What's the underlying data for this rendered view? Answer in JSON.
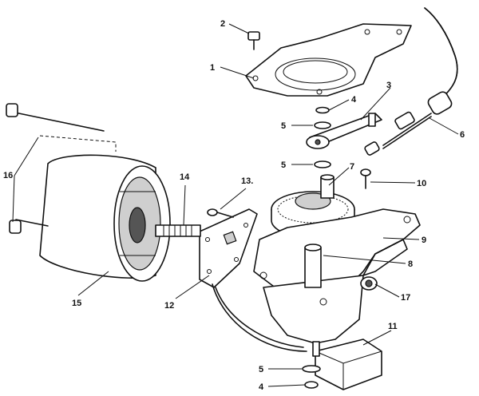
{
  "diagram": {
    "callouts": [
      {
        "id": "c1",
        "text": "1"
      },
      {
        "id": "c2",
        "text": "2"
      },
      {
        "id": "c3",
        "text": "3"
      },
      {
        "id": "c4a",
        "text": "4"
      },
      {
        "id": "c5a",
        "text": "5"
      },
      {
        "id": "c5b",
        "text": "5"
      },
      {
        "id": "c6",
        "text": "6"
      },
      {
        "id": "c7",
        "text": "7"
      },
      {
        "id": "c8",
        "text": "8"
      },
      {
        "id": "c9",
        "text": "9"
      },
      {
        "id": "c10",
        "text": "10"
      },
      {
        "id": "c11",
        "text": "11"
      },
      {
        "id": "c12",
        "text": "12"
      },
      {
        "id": "c13",
        "text": "13."
      },
      {
        "id": "c14",
        "text": "14"
      },
      {
        "id": "c15",
        "text": "15"
      },
      {
        "id": "c16",
        "text": "16"
      },
      {
        "id": "c17",
        "text": "17"
      },
      {
        "id": "c5c",
        "text": "5"
      },
      {
        "id": "c4b",
        "text": "4"
      }
    ]
  }
}
